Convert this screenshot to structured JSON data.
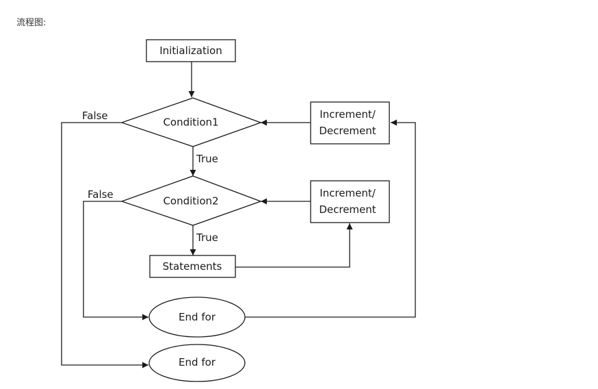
{
  "caption": "流程图:",
  "nodes": {
    "initialization": "Initialization",
    "condition1": "Condition1",
    "condition2": "Condition2",
    "increment_top_line1": "Increment/",
    "increment_top_line2": "Decrement",
    "increment_mid_line1": "Increment/",
    "increment_mid_line2": "Decrement",
    "statements": "Statements",
    "end_for_inner": "End for",
    "end_for_outer": "End for"
  },
  "edge_labels": {
    "cond1_false": "False",
    "cond1_true": "True",
    "cond2_false": "False",
    "cond2_true": "True"
  }
}
